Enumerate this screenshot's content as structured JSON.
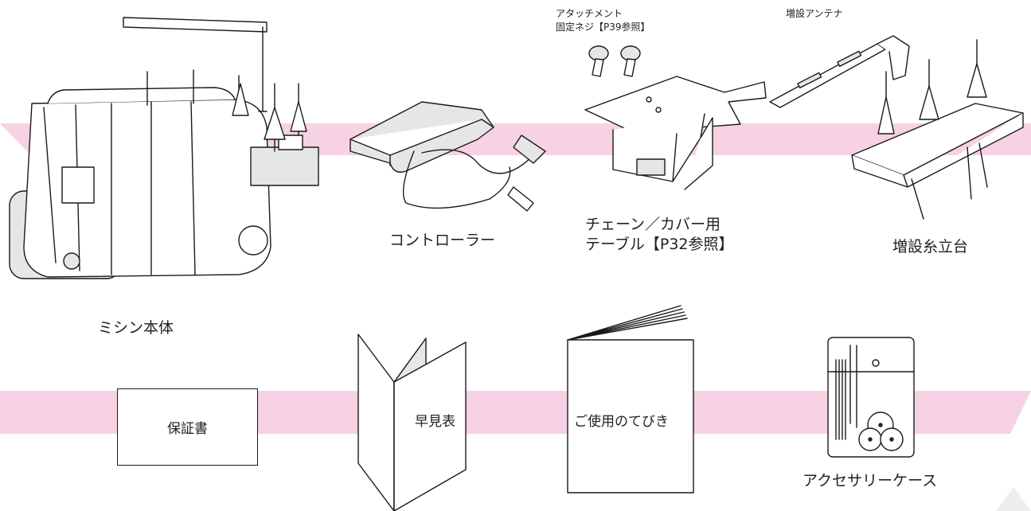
{
  "items": {
    "machine": "ミシン本体",
    "controller": "コントローラー",
    "screws_line1": "アタッチメント",
    "screws_line2": "固定ネジ【P39参照】",
    "table_line1": "チェーン／カバー用",
    "table_line2": "テーブル【P32参照】",
    "antenna": "増設アンテナ",
    "spool_stand": "増設糸立台",
    "warranty": "保証書",
    "quick_ref": "早見表",
    "manual": "ご使用のてびき",
    "accessory_case": "アクセサリーケース"
  },
  "colors": {
    "band": "#f6d2e4",
    "ink": "#1a1a1a"
  }
}
